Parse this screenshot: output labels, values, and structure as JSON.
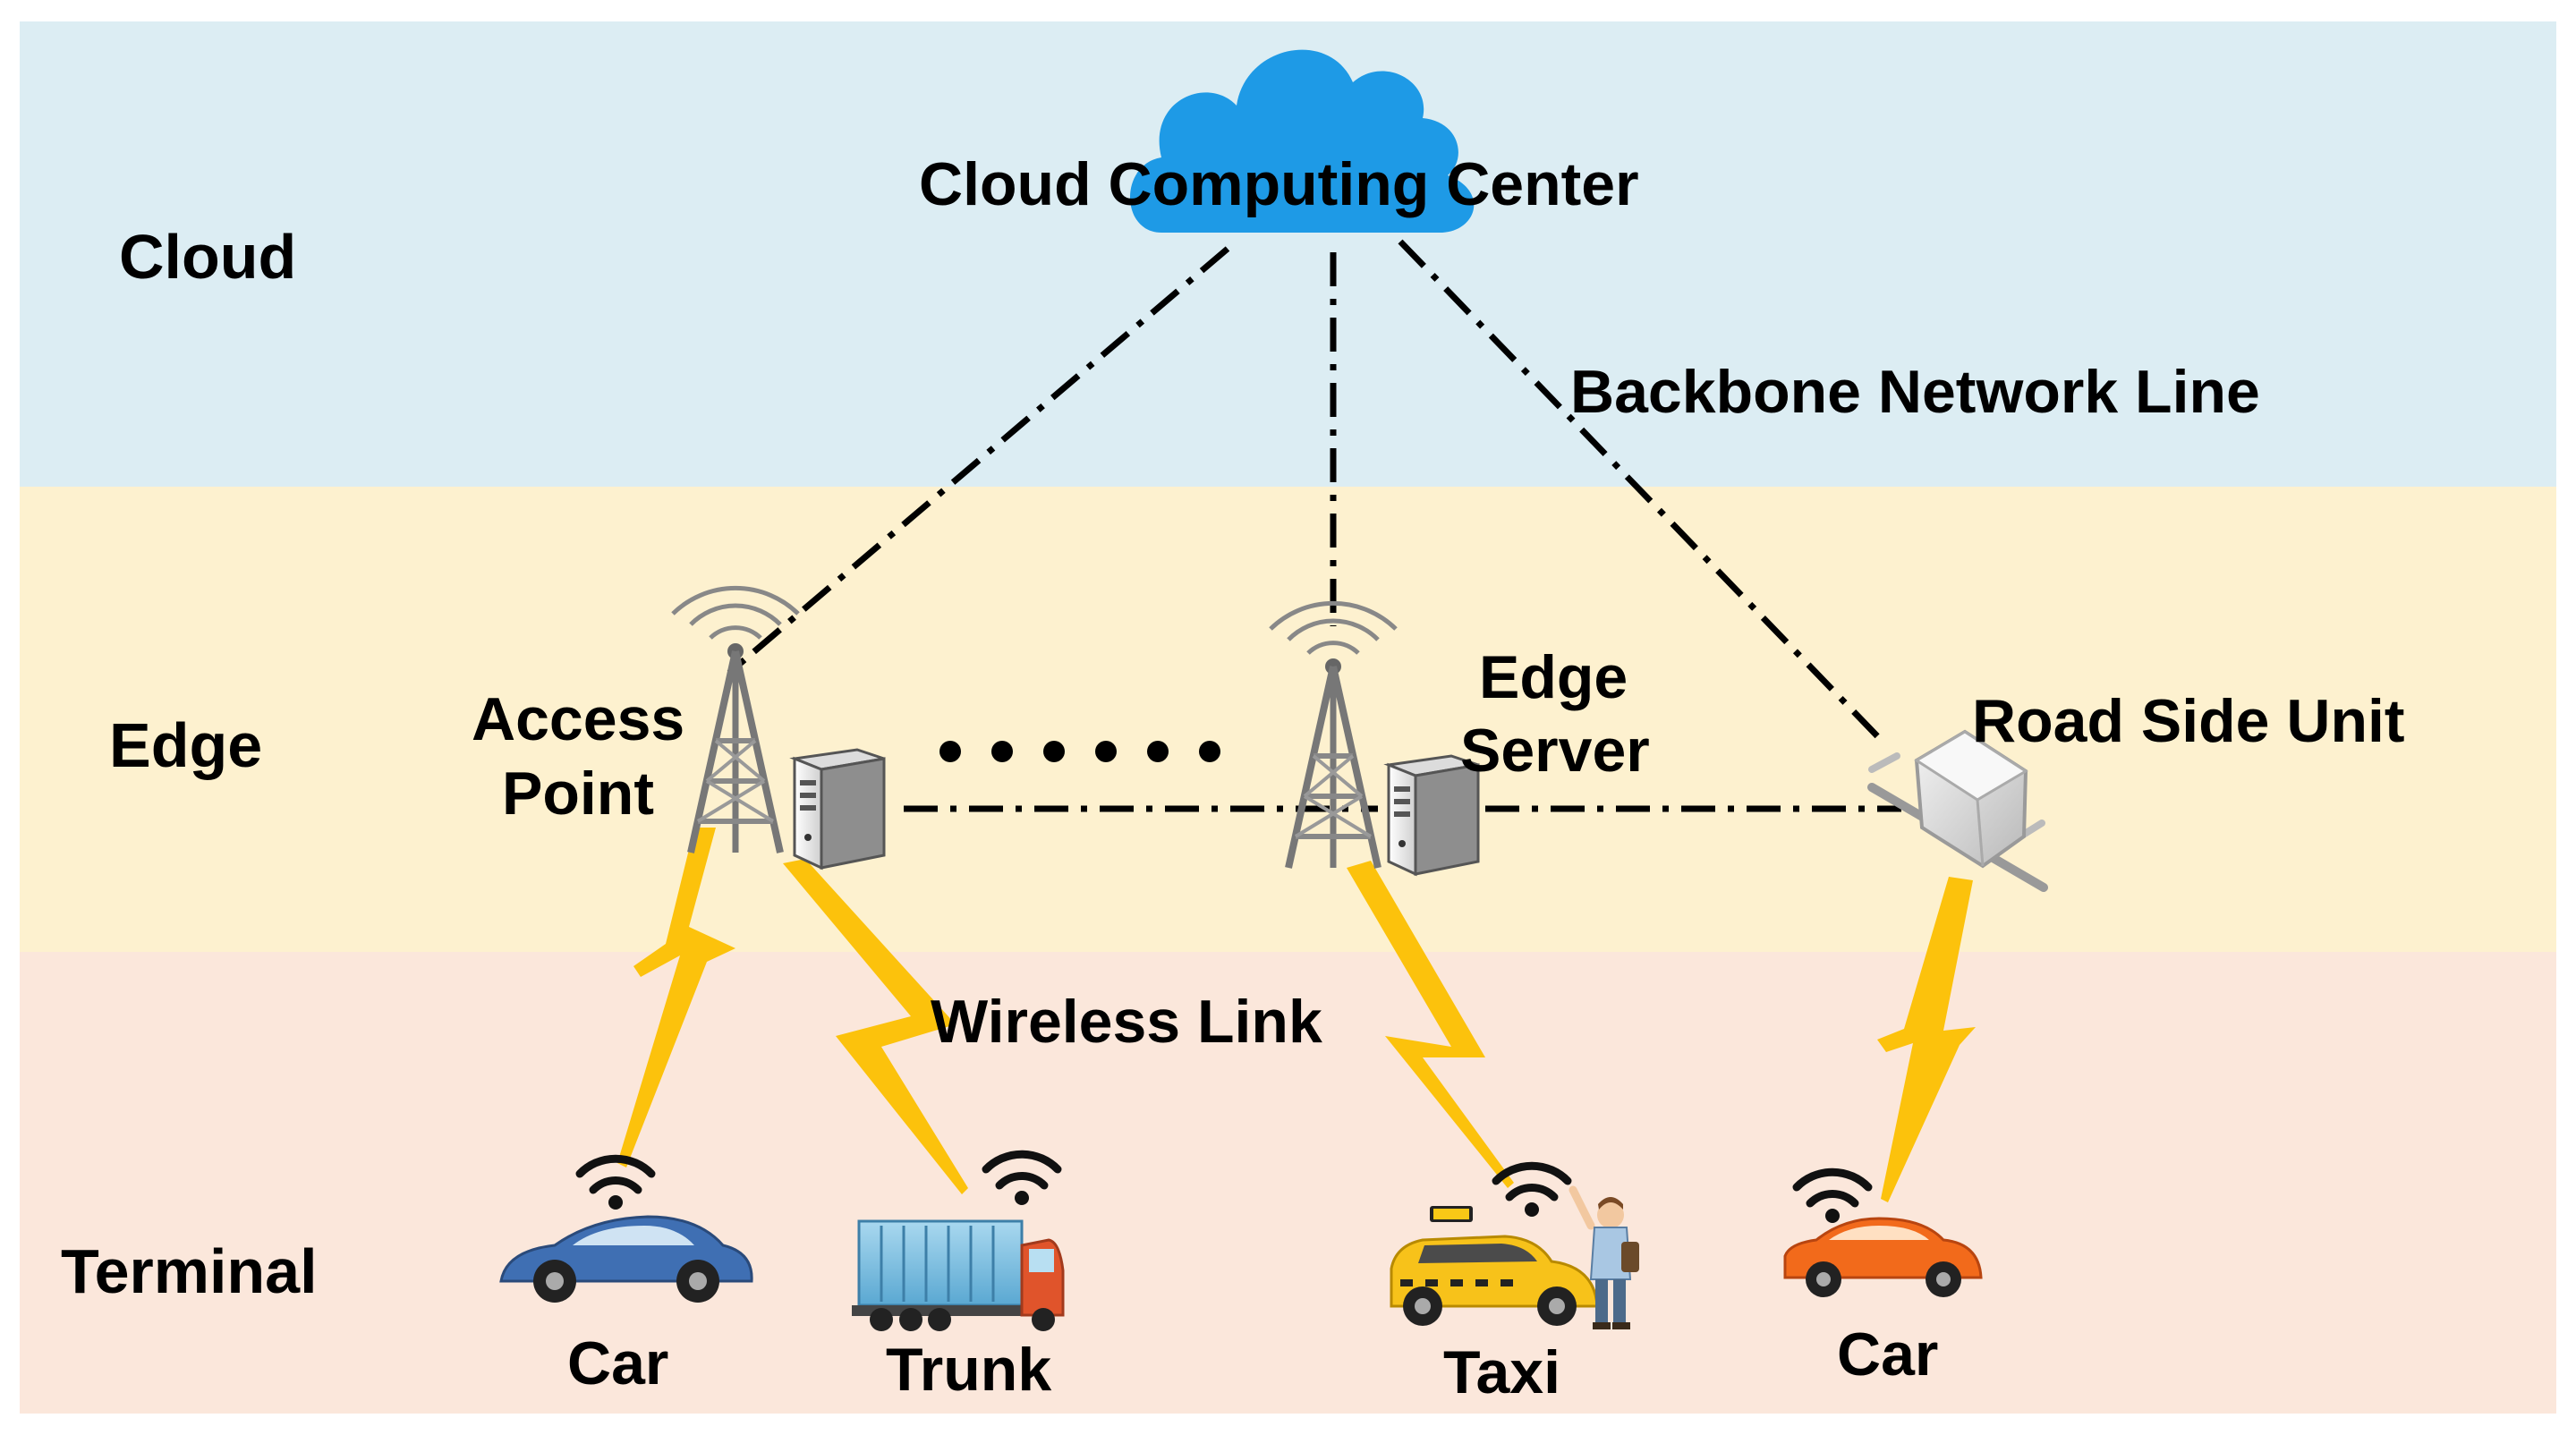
{
  "colors": {
    "cloud_band": "#dcedf3",
    "edge_band": "#fdf1cf",
    "terminal_band": "#fbe7db",
    "cloud_icon": "#1e9ae6",
    "lightning": "#fcc20c",
    "line": "#000000"
  },
  "layers": {
    "cloud": "Cloud",
    "edge": "Edge",
    "terminal": "Terminal"
  },
  "labels": {
    "cloud_center": "Cloud Computing Center",
    "backbone": "Backbone Network Line",
    "access_point_1": "Access",
    "access_point_2": "Point",
    "edge_server_1": "Edge",
    "edge_server_2": "Server",
    "road_side_unit": "Road Side Unit",
    "wireless_link": "Wireless Link"
  },
  "terminals": {
    "car1": "Car",
    "truck": "Trunk",
    "taxi": "Taxi",
    "car2": "Car"
  },
  "icons": [
    "cloud-icon",
    "tower-icon",
    "server-icon",
    "rsu-icon",
    "lightning-icon",
    "wifi-icon",
    "car-icon",
    "truck-icon",
    "taxi-icon",
    "person-icon"
  ]
}
